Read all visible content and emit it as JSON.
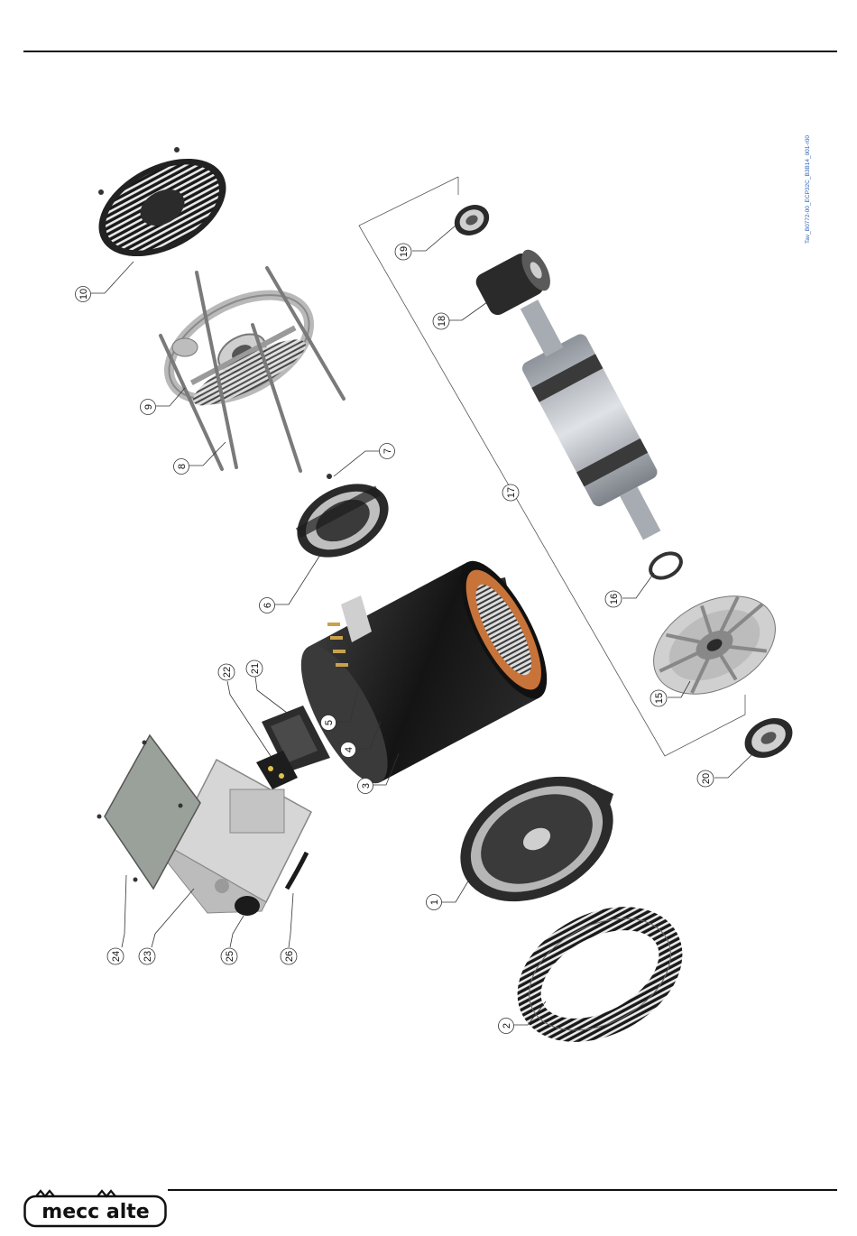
{
  "drawing_id": "Tav_B0772-00_ECP32C_B3B14_001-r00",
  "brand": {
    "logo_text": "mecc alte"
  },
  "callouts": [
    {
      "label": "10"
    },
    {
      "label": "9"
    },
    {
      "label": "8"
    },
    {
      "label": "7"
    },
    {
      "label": "6"
    },
    {
      "label": "5"
    },
    {
      "label": "4"
    },
    {
      "label": "3"
    },
    {
      "label": "22"
    },
    {
      "label": "21"
    },
    {
      "label": "24"
    },
    {
      "label": "23"
    },
    {
      "label": "25"
    },
    {
      "label": "26"
    },
    {
      "label": "1"
    },
    {
      "label": "2"
    },
    {
      "label": "19"
    },
    {
      "label": "18"
    },
    {
      "label": "17"
    },
    {
      "label": "16"
    },
    {
      "label": "15"
    },
    {
      "label": "20"
    }
  ],
  "colors": {
    "part_dark": "#1e1e1e",
    "part_mid": "#6b6b6b",
    "part_light": "#c9c9c9",
    "copper": "#c8733a",
    "line": "#333333"
  }
}
